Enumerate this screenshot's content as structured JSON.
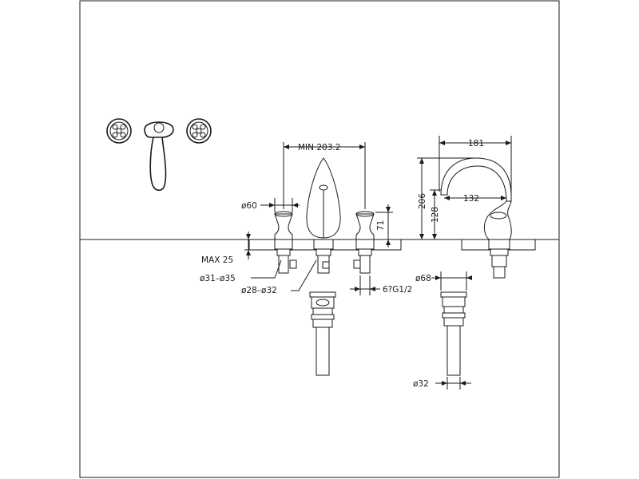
{
  "dimensions": {
    "min_spacing": "MIN  203.2",
    "spout_reach_outer": "181",
    "spout_reach_inner": "132",
    "spout_height": "206",
    "spout_body_height": "128",
    "handle_diameter": "ø60",
    "handle_height": "71",
    "max_deck": "MAX  25",
    "hole_small": "ø31–ø35",
    "hole_large": "ø28–ø32",
    "inlet_thread": "6?G1/2",
    "drain_top": "ø68",
    "drain_bottom": "ø32"
  },
  "colors": {
    "line": "#1a1a1a",
    "background": "#ffffff",
    "hatch": "#1a1a1a"
  },
  "icons": [
    "handle-rosette-icon",
    "lever-handle-icon",
    "spout-icon",
    "drain-icon"
  ]
}
